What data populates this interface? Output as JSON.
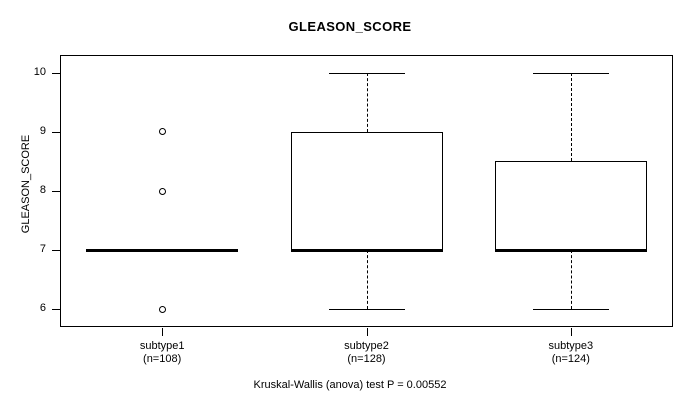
{
  "chart_data": {
    "type": "box",
    "title": "GLEASON_SCORE",
    "xlabel": "",
    "ylabel": "GLEASON_SCORE",
    "ylim": [
      5.7,
      10.3
    ],
    "yticks": [
      6,
      7,
      8,
      9,
      10
    ],
    "ytick_labels": [
      "6",
      "7",
      "8",
      "9",
      "10"
    ],
    "grid": false,
    "legend": "none",
    "annotation": "Kruskal-Wallis (anova) test P = 0.00552",
    "categories": [
      "subtype1",
      "subtype2",
      "subtype3"
    ],
    "category_labels": [
      "subtype1",
      "subtype2",
      "subtype3"
    ],
    "category_counts": [
      "(n=108)",
      "(n=128)",
      "(n=124)"
    ],
    "n": [
      108,
      128,
      124
    ],
    "boxes": [
      {
        "name": "subtype1",
        "label": "subtype1",
        "count_label": "(n=108)",
        "n": 108,
        "whisker_low": 7,
        "q1": 7,
        "median": 7,
        "q3": 7,
        "whisker_high": 7,
        "outliers": [
          9,
          8,
          6
        ]
      },
      {
        "name": "subtype2",
        "label": "subtype2",
        "count_label": "(n=128)",
        "n": 128,
        "whisker_low": 6,
        "q1": 7,
        "median": 7,
        "q3": 9,
        "whisker_high": 10,
        "outliers": []
      },
      {
        "name": "subtype3",
        "label": "subtype3",
        "count_label": "(n=124)",
        "n": 124,
        "whisker_low": 6,
        "q1": 7,
        "median": 7,
        "q3": 8.5,
        "whisker_high": 10,
        "outliers": []
      }
    ],
    "colors": {
      "axis": "#000000",
      "box_fill": "#ffffff",
      "box_line": "#000000",
      "median_line": "#000000",
      "background": "#ffffff"
    }
  }
}
